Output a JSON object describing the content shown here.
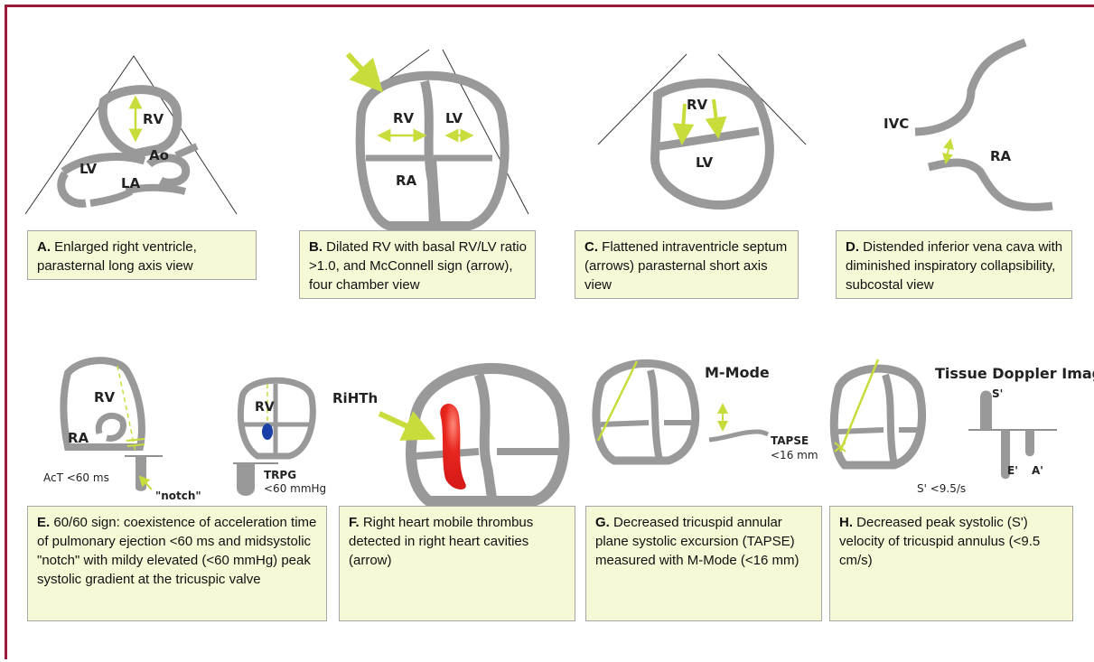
{
  "panels": {
    "a": {
      "letter": "A.",
      "caption": "Enlarged right ventricle, parasternal long axis view",
      "labels": {
        "rv": "RV",
        "ao": "Ao",
        "lv": "LV",
        "la": "LA"
      }
    },
    "b": {
      "letter": "B.",
      "caption": "Dilated RV with basal RV/LV ratio >1.0, and McConnell sign (arrow), four chamber view",
      "labels": {
        "rv": "RV",
        "lv": "LV",
        "ra": "RA"
      }
    },
    "c": {
      "letter": "C.",
      "caption": "Flattened intraventricle septum (arrows) parasternal short axis view",
      "labels": {
        "rv": "RV",
        "lv": "LV"
      }
    },
    "d": {
      "letter": "D.",
      "caption": "Distended inferior vena cava with diminished inspiratory collapsibility, subcostal view",
      "labels": {
        "ivc": "IVC",
        "ra": "RA"
      }
    },
    "e": {
      "letter": "E.",
      "caption": "60/60 sign: coexistence of acceleration time of pulmonary ejection <60 ms and midsystolic \"notch\" with mildy elevated (<60 mmHg) peak systolic gradient at the tricuspic valve",
      "labels": {
        "rv1": "RV",
        "ra": "RA",
        "act": "AcT <60 ms",
        "notch": "\"notch\"",
        "rv2": "RV",
        "trpg": "TRPG",
        "trpg_val": "<60 mmHg"
      }
    },
    "f": {
      "letter": "F.",
      "caption": "Right heart mobile thrombus detected in right heart cavities (arrow)",
      "labels": {
        "rihth": "RiHTh"
      }
    },
    "g": {
      "letter": "G.",
      "caption": "Decreased tricuspid annular plane systolic excursion (TAPSE) measured with M-Mode (<16 mm)",
      "labels": {
        "mmode": "M-Mode",
        "tapse": "TAPSE",
        "tapse_val": "<16 mm"
      }
    },
    "h": {
      "letter": "H.",
      "caption": "Decreased peak systolic (S') velocity of tricuspid annulus (<9.5 cm/s)",
      "labels": {
        "tdi": "Tissue Doppler Imaging",
        "s": "S'",
        "e": "E'",
        "a": "A'",
        "sval": "S' <9.5/s"
      }
    }
  },
  "colors": {
    "frame": "#9c1a3c",
    "wall": "#999999",
    "arrow": "#c8dc3c",
    "caption_bg": "#f6f8d6",
    "thrombus": "#e0201c",
    "jet": "#1a3fa8"
  }
}
